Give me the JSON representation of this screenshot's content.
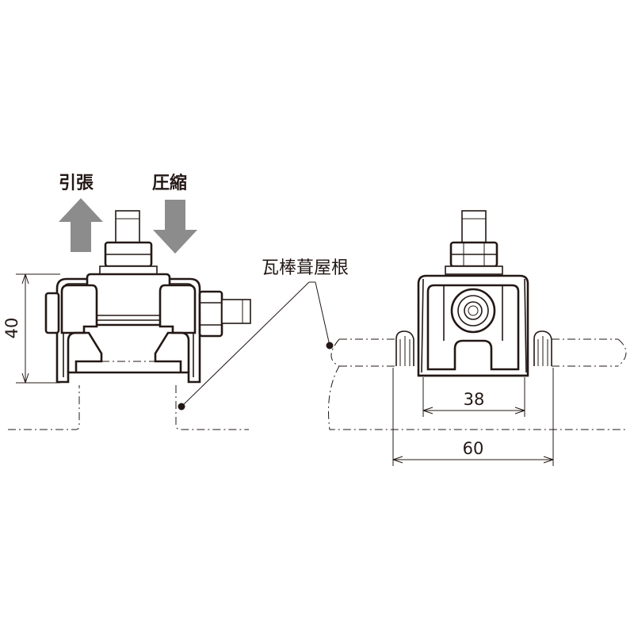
{
  "labels": {
    "tension": "引張",
    "compression": "圧縮",
    "roof_type": "瓦棒葺屋根"
  },
  "dimensions": {
    "height": "40",
    "inner_width": "38",
    "outer_width": "60"
  },
  "colors": {
    "line": "#231815",
    "arrow": "#8c8c8c",
    "background": "#ffffff"
  },
  "icons": {
    "tension_arrow": "arrow-up-icon",
    "compression_arrow": "arrow-down-icon"
  }
}
